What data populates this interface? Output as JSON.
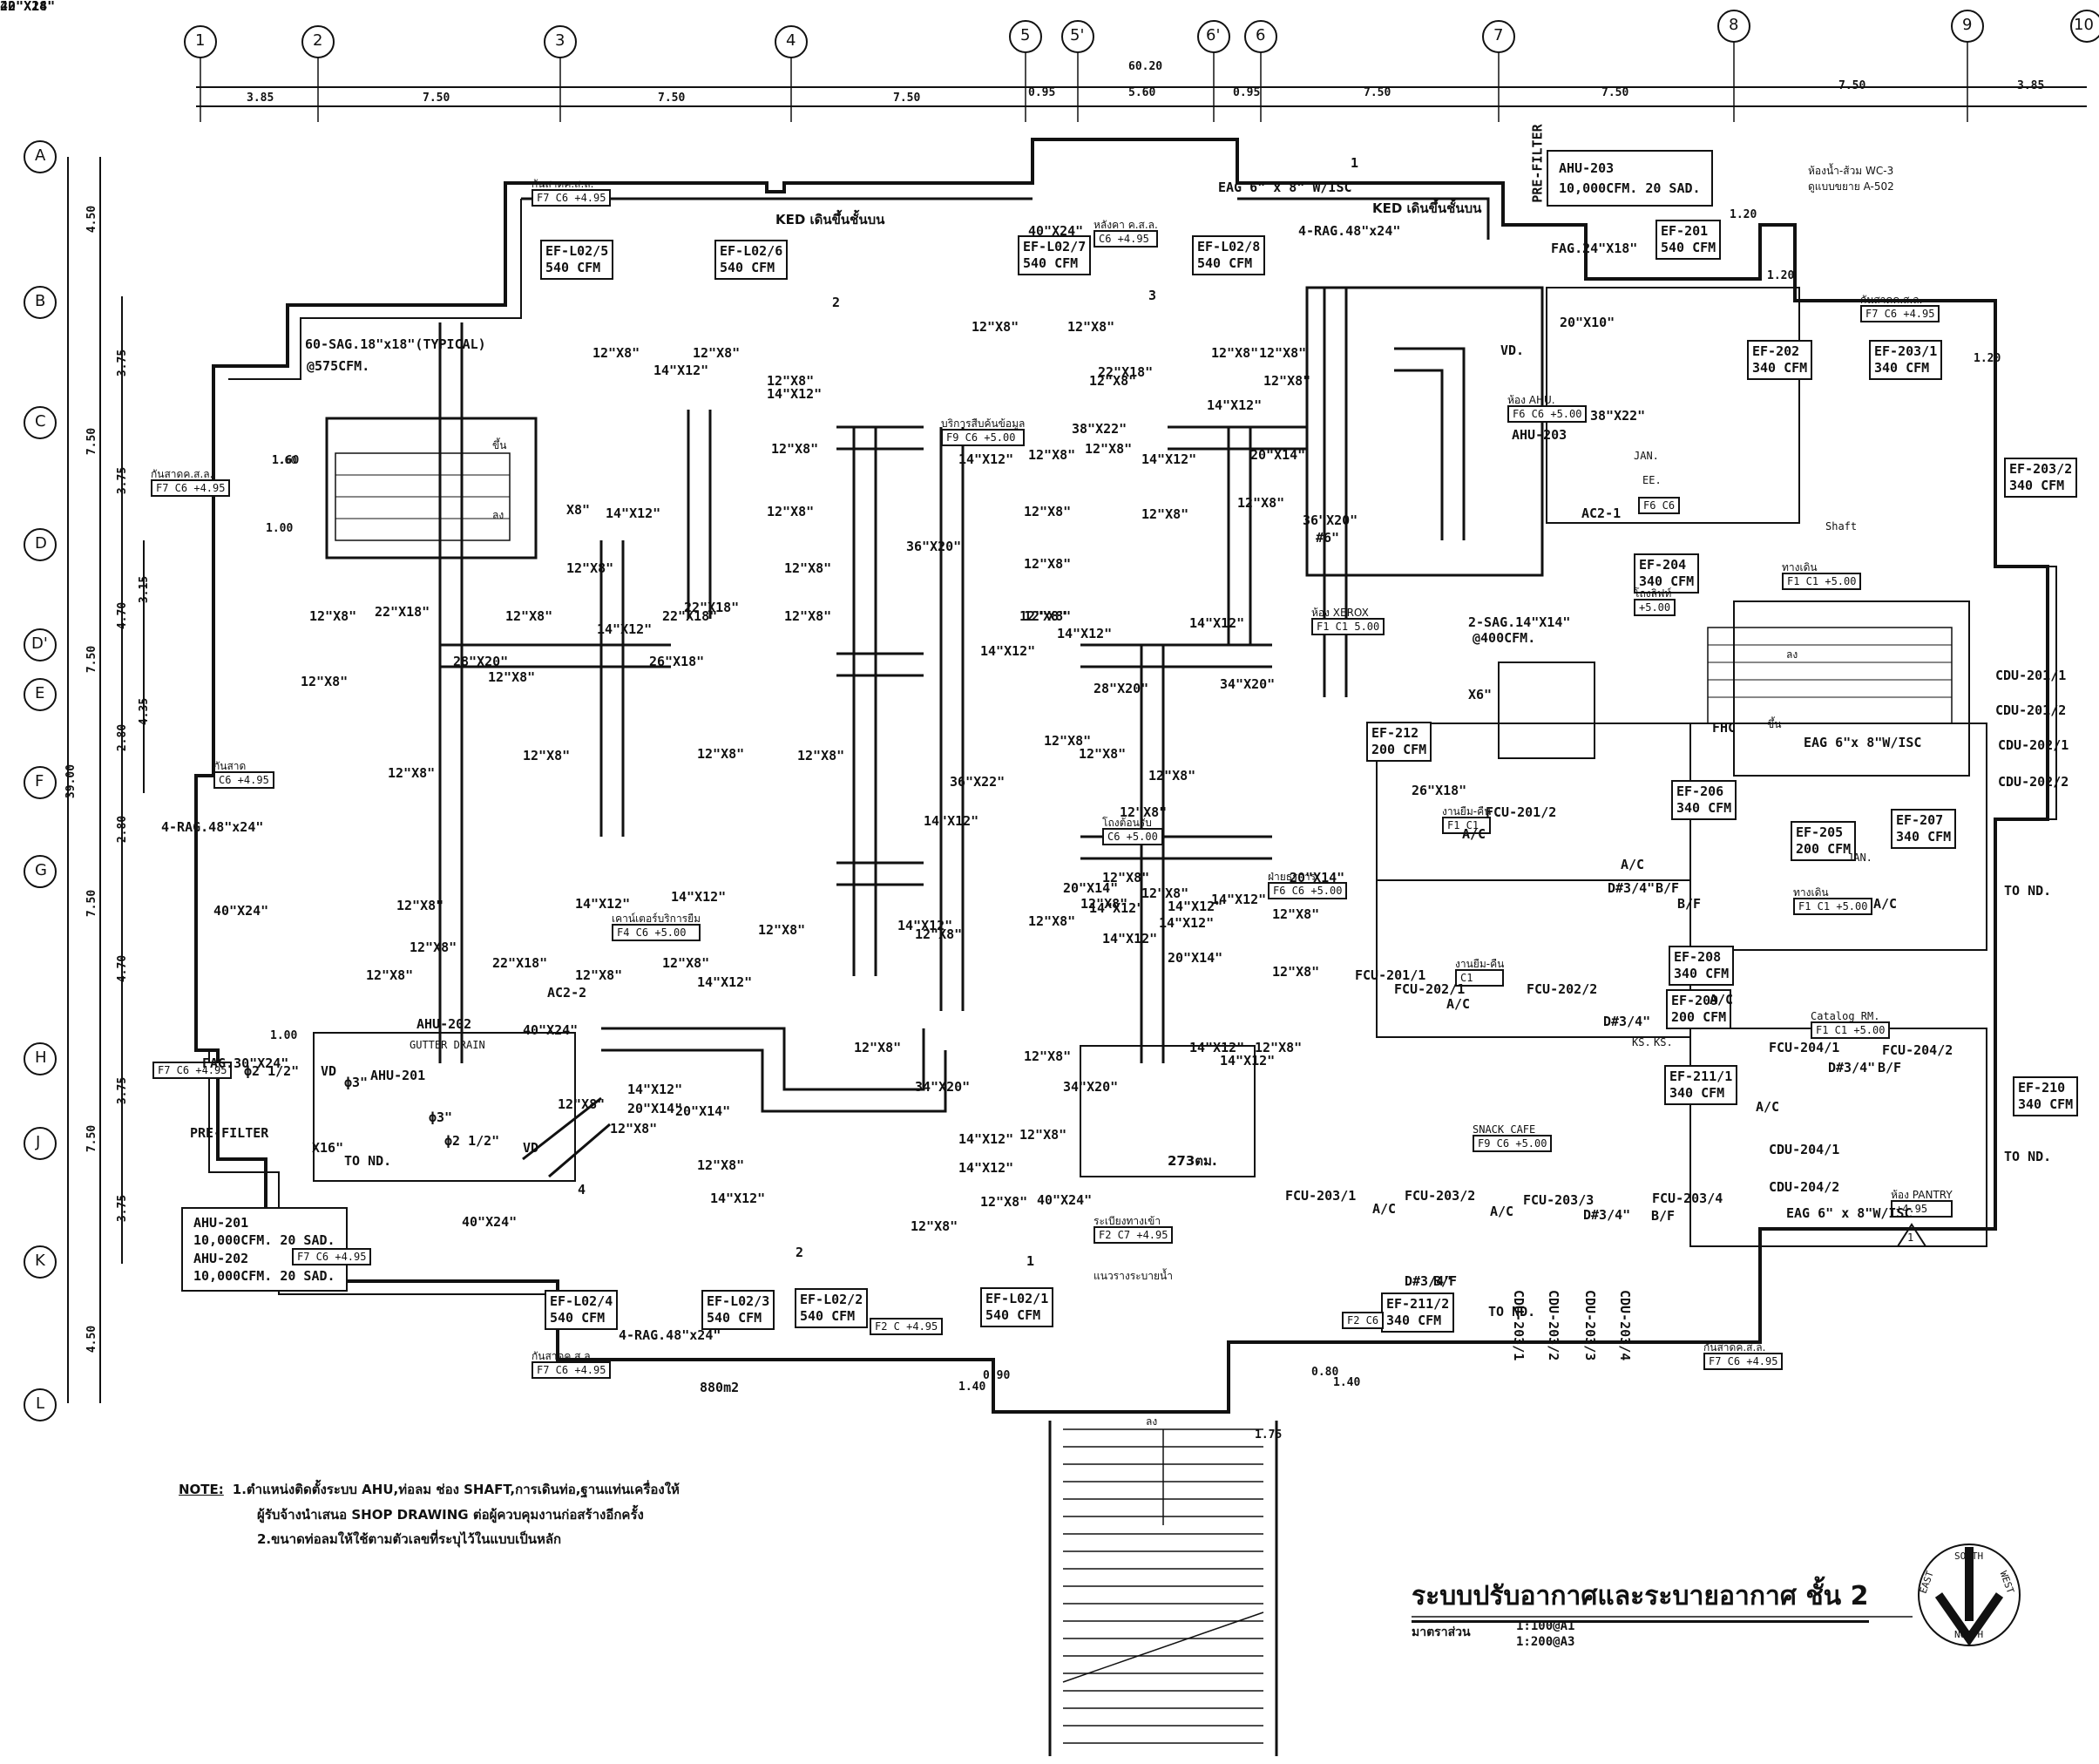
{
  "colors": {
    "ink": "#111111",
    "paper": "#ffffff",
    "duct_fill": "#ffffff"
  },
  "grid": {
    "columns": [
      "1",
      "2",
      "3",
      "4",
      "5",
      "5'",
      "6'",
      "6",
      "7",
      "8",
      "9",
      "10"
    ],
    "rows": [
      "A",
      "B",
      "C",
      "D",
      "D'",
      "E",
      "F",
      "G",
      "H",
      "J",
      "K",
      "L"
    ]
  },
  "dimensions": {
    "top_overall": "60.20",
    "top": [
      "3.85",
      "7.50",
      "7.50",
      "7.50",
      "0.95",
      "5.60",
      "0.95",
      "7.50",
      "7.50",
      "7.50",
      "3.85"
    ],
    "left_overall": "39.00",
    "left_outer": [
      "4.50",
      "7.50",
      "7.50",
      "7.50",
      "7.50",
      "4.50"
    ],
    "left_inner": [
      "3.75",
      "3.75",
      "4.70",
      "2.80",
      "2.80",
      "4.70",
      "3.75",
      "3.75"
    ],
    "left_extra": [
      "3.15",
      "4.35"
    ],
    "misc": [
      "1.20",
      "1.20",
      "1.20",
      "1.60",
      "1.00",
      "1.00",
      "1.40",
      "0.90",
      "0.80",
      "1.40",
      "1.75"
    ]
  },
  "equipment_boxes": [
    {
      "key": "ahu203",
      "lines": [
        "AHU-203",
        "10,000CFM. 20 SAD."
      ]
    },
    {
      "key": "ahu201",
      "lines": [
        "AHU-201",
        "10,000CFM. 20 SAD.",
        "AHU-202",
        "10,000CFM. 20 SAD."
      ]
    }
  ],
  "cfm_boxes": [
    {
      "key": "l025",
      "lines": [
        "EF-L02/5",
        "540 CFM"
      ]
    },
    {
      "key": "l026",
      "lines": [
        "EF-L02/6",
        "540 CFM"
      ]
    },
    {
      "key": "l027",
      "lines": [
        "EF-L02/7",
        "540 CFM"
      ]
    },
    {
      "key": "l028",
      "lines": [
        "EF-L02/8",
        "540 CFM"
      ]
    },
    {
      "key": "ef201",
      "lines": [
        "EF-201",
        "540 CFM"
      ]
    },
    {
      "key": "ef202",
      "lines": [
        "EF-202",
        "340 CFM"
      ]
    },
    {
      "key": "ef2031",
      "lines": [
        "EF-203/1",
        "340 CFM"
      ]
    },
    {
      "key": "ef2032",
      "lines": [
        "EF-203/2",
        "340 CFM"
      ]
    },
    {
      "key": "ef204",
      "lines": [
        "EF-204",
        "340 CFM"
      ]
    },
    {
      "key": "ef212",
      "lines": [
        "EF-212",
        "200 CFM"
      ]
    },
    {
      "key": "ef206",
      "lines": [
        "EF-206",
        "340 CFM"
      ]
    },
    {
      "key": "ef205",
      "lines": [
        "EF-205",
        "200 CFM"
      ]
    },
    {
      "key": "ef207",
      "lines": [
        "EF-207",
        "340 CFM"
      ]
    },
    {
      "key": "ef208",
      "lines": [
        "EF-208",
        "340 CFM"
      ]
    },
    {
      "key": "ef209",
      "lines": [
        "EF-209",
        "200 CFM"
      ]
    },
    {
      "key": "ef2111",
      "lines": [
        "EF-211/1",
        "340 CFM"
      ]
    },
    {
      "key": "ef210",
      "lines": [
        "EF-210",
        "340 CFM"
      ]
    },
    {
      "key": "ef2112",
      "lines": [
        "EF-211/2",
        "340 CFM"
      ]
    },
    {
      "key": "l024",
      "lines": [
        "EF-L02/4",
        "540 CFM"
      ]
    },
    {
      "key": "l023",
      "lines": [
        "EF-L02/3",
        "540 CFM"
      ]
    },
    {
      "key": "l022",
      "lines": [
        "EF-L02/2",
        "540 CFM"
      ]
    },
    {
      "key": "l021",
      "lines": [
        "EF-L02/1",
        "540 CFM"
      ]
    }
  ],
  "room_tags": [
    {
      "key": "r1",
      "name": "กันสาดค.ส.ล.",
      "tag": "F7 C6 +4.95"
    },
    {
      "key": "r2",
      "name": "หลังคา ค.ส.ล.",
      "tag": "C6 +4.95"
    },
    {
      "key": "r3",
      "name": "กันสาดค.ส.ล.",
      "tag": "F7 C6 +4.95"
    },
    {
      "key": "r4",
      "name": "กันสาดค.ส.ล.",
      "tag": "F7 C6 +4.95"
    },
    {
      "key": "r5",
      "name": "บริการสืบค้นข้อมูล",
      "tag": "F9 C6 +5.00"
    },
    {
      "key": "r6",
      "name": "ห้อง AHU.",
      "tag": "F6 C6 +5.00"
    },
    {
      "key": "r7",
      "name": "ทางเดิน",
      "tag": "F1 C1 +5.00"
    },
    {
      "key": "r8",
      "name": "โถงลิฟท์",
      "tag": "+5.00"
    },
    {
      "key": "r9",
      "name": "ห้อง XEROX",
      "tag": "F1 C1 5.00"
    },
    {
      "key": "r10",
      "name": "กันสาด",
      "tag": "C6 +4.95"
    },
    {
      "key": "r11",
      "name": "โถงต้อนรับ",
      "tag": "C6 +5.00"
    },
    {
      "key": "r12",
      "name": "ฝ่ายธุรการ",
      "tag": "F6 C6 +5.00"
    },
    {
      "key": "r13",
      "name": "เคาน์เตอร์บริการยืม",
      "tag": "F4 C6 +5.00"
    },
    {
      "key": "r14",
      "name": "งานยืม-คืน",
      "tag": "F1 C1"
    },
    {
      "key": "r15",
      "name": "งานยืม-คืน",
      "tag": "C1"
    },
    {
      "key": "r16",
      "name": "ทางเดิน",
      "tag": "F1 C1 +5.00"
    },
    {
      "key": "r17",
      "name": "Catalog RM.",
      "tag": "F1 C1 +5.00"
    },
    {
      "key": "r18",
      "name": "SNACK CAFE",
      "tag": "F9 C6 +5.00"
    },
    {
      "key": "r19",
      "name": "ระเบียงทางเข้า",
      "tag": "F2 C7 +4.95"
    },
    {
      "key": "r20",
      "name": "ห้อง PANTRY",
      "tag": "+4.95"
    },
    {
      "key": "r21",
      "name": "กันสาดค.ส.ล.",
      "tag": "F7 C6 +4.95"
    },
    {
      "key": "r22",
      "name": "กันสาดค.ส.ล.",
      "tag": "F7 C6 +4.95"
    },
    {
      "key": "r23",
      "name": "",
      "tag": "F2 C +4.95"
    },
    {
      "key": "r24",
      "name": "",
      "tag": "F7 C6 +4.95"
    },
    {
      "key": "r25",
      "name": "",
      "tag": "F7 C6 +4.95"
    },
    {
      "key": "r26",
      "name": "",
      "tag": "F6 C6"
    },
    {
      "key": "r27",
      "name": "",
      "tag": "F2 C6"
    },
    {
      "key": "r28",
      "name": "EE.",
      "tag": "F6 C6"
    }
  ],
  "labels": [
    {
      "key": "eag1",
      "text": "EAG 6\" x 8\" W/ISC"
    },
    {
      "key": "wc3",
      "text": "ห้องน้ำ-ส้วม WC-3"
    },
    {
      "key": "wc3b",
      "text": "ดูแบบขยาย A-502"
    },
    {
      "key": "ked1",
      "text": "KED เดินขึ้นชั้นบน"
    },
    {
      "key": "ked2",
      "text": "KED เดินขึ้นชั้นบน"
    },
    {
      "key": "rag1",
      "text": "4-RAG.48\"x24\""
    },
    {
      "key": "prefilter1",
      "text": "PRE-FILTER"
    },
    {
      "key": "fag24",
      "text": "FAG.24\"X18\""
    },
    {
      "key": "sag60",
      "text": "60-SAG.18\"x18\"(TYPICAL)"
    },
    {
      "key": "sag60b",
      "text": "@575CFM."
    },
    {
      "key": "rag2",
      "text": "4-RAG.48\"x24\""
    },
    {
      "key": "rag3",
      "text": "4-RAG.48\"x24\""
    },
    {
      "key": "prefilter2",
      "text": "PRE-FILTER"
    },
    {
      "key": "fag30",
      "text": "FAG.30\"X24\""
    },
    {
      "key": "x16",
      "text": "X16\""
    },
    {
      "key": "tond1",
      "text": "TO ND."
    },
    {
      "key": "tond2",
      "text": "TO ND."
    },
    {
      "key": "tond3",
      "text": "TO ND."
    },
    {
      "key": "tond4",
      "text": "TO ND."
    },
    {
      "key": "ac21",
      "text": "AC2-1"
    },
    {
      "key": "ac22",
      "text": "AC2-2"
    },
    {
      "key": "ahu203t",
      "text": "AHU-203"
    },
    {
      "key": "ahu202t",
      "text": "AHU-202"
    },
    {
      "key": "ahu201t",
      "text": "AHU-201"
    },
    {
      "key": "sag2",
      "text": "2-SAG.14\"X14\""
    },
    {
      "key": "sag2b",
      "text": "@400CFM."
    },
    {
      "key": "x6",
      "text": "X6\""
    },
    {
      "key": "x8",
      "text": "X8\""
    },
    {
      "key": "vd1",
      "text": "VD."
    },
    {
      "key": "vd2",
      "text": "VD"
    },
    {
      "key": "vd3",
      "text": "VD"
    },
    {
      "key": "fhc",
      "text": "FHC"
    },
    {
      "key": "jan1",
      "text": "JAN."
    },
    {
      "key": "jan2",
      "text": "JAN."
    },
    {
      "key": "ac1",
      "text": "A/C"
    },
    {
      "key": "ac2",
      "text": "A/C"
    },
    {
      "key": "ac3",
      "text": "A/C"
    },
    {
      "key": "ac4",
      "text": "A/C"
    },
    {
      "key": "ac5",
      "text": "A/C"
    },
    {
      "key": "ac6",
      "text": "A/C"
    },
    {
      "key": "ac7",
      "text": "A/C"
    },
    {
      "key": "ac8",
      "text": "A/C"
    },
    {
      "key": "bf1",
      "text": "B/F"
    },
    {
      "key": "bf2",
      "text": "B/F"
    },
    {
      "key": "bf3",
      "text": "B/F"
    },
    {
      "key": "bf4",
      "text": "B/F"
    },
    {
      "key": "bf5",
      "text": "B/F"
    },
    {
      "key": "d34a",
      "text": "D#3/4\""
    },
    {
      "key": "d34b",
      "text": "D#3/4\""
    },
    {
      "key": "d34c",
      "text": "D#3/4\""
    },
    {
      "key": "d34d",
      "text": "D#3/4\""
    },
    {
      "key": "d34e",
      "text": "D#3/4\""
    },
    {
      "key": "phi1",
      "text": "ϕ2 1/2\""
    },
    {
      "key": "phi2",
      "text": "ϕ2 1/2\""
    },
    {
      "key": "phi3",
      "text": "ϕ3\""
    },
    {
      "key": "phi4",
      "text": "ϕ3\""
    },
    {
      "key": "fcu2011",
      "text": "FCU-201/1"
    },
    {
      "key": "fcu2012",
      "text": "FCU-201/2"
    },
    {
      "key": "fcu2021",
      "text": "FCU-202/1"
    },
    {
      "key": "fcu2022",
      "text": "FCU-202/2"
    },
    {
      "key": "fcu2031",
      "text": "FCU-203/1"
    },
    {
      "key": "fcu2032",
      "text": "FCU-203/2"
    },
    {
      "key": "fcu2033",
      "text": "FCU-203/3"
    },
    {
      "key": "fcu2034",
      "text": "FCU-203/4"
    },
    {
      "key": "fcu2041",
      "text": "FCU-204/1"
    },
    {
      "key": "fcu2042",
      "text": "FCU-204/2"
    },
    {
      "key": "cdu2011",
      "text": "CDU-201/1"
    },
    {
      "key": "cdu2012",
      "text": "CDU-201/2"
    },
    {
      "key": "cdu2021",
      "text": "CDU-202/1"
    },
    {
      "key": "cdu2022",
      "text": "CDU-202/2"
    },
    {
      "key": "cdu2041",
      "text": "CDU-204/1"
    },
    {
      "key": "cdu2042",
      "text": "CDU-204/2"
    },
    {
      "key": "eag2",
      "text": "EAG 6\"x 8\"W/ISC"
    },
    {
      "key": "eag3",
      "text": "EAG 6\" x 8\"W/ISC"
    },
    {
      "key": "area",
      "text": "880m2"
    },
    {
      "key": "area2",
      "text": "273ตม."
    },
    {
      "key": "down1",
      "text": "ลง"
    },
    {
      "key": "down2",
      "text": "ลง"
    },
    {
      "key": "down3",
      "text": "ลง"
    },
    {
      "key": "up1",
      "text": "ขึ้น"
    },
    {
      "key": "up2",
      "text": "ขึ้น"
    },
    {
      "key": "shaft",
      "text": "Shaft"
    },
    {
      "key": "gutter",
      "text": "แนวรางระบายน้ำ"
    },
    {
      "key": "gutter2",
      "text": "GUTTER DRAIN"
    },
    {
      "key": "ks1",
      "text": "KS."
    },
    {
      "key": "ks2",
      "text": "KS."
    },
    {
      "key": "triangle",
      "text": "1"
    },
    {
      "key": "slash1",
      "text": "1"
    },
    {
      "key": "slash2",
      "text": "2"
    },
    {
      "key": "slash3",
      "text": "3"
    },
    {
      "key": "slash4",
      "text": "4"
    },
    {
      "key": "slash5",
      "text": "1"
    },
    {
      "key": "slash6",
      "text": "2"
    },
    {
      "key": "mark1",
      "text": "#6\""
    },
    {
      "key": "mark2",
      "text": "1.60"
    }
  ],
  "cdu_vertical": [
    "CDU-203/1",
    "CDU-203/2",
    "CDU-203/3",
    "CDU-203/4"
  ],
  "ducts": [
    "12\"X8\"",
    "12\"X8\"",
    "12\"X8\"",
    "12\"X8\"",
    "12\"X8\"",
    "12\"X8\"",
    "12\"X8\"",
    "12\"X8\"",
    "12\"X8\"",
    "12\"X8\"",
    "12\"X8\"",
    "12\"X8\"",
    "12\"X8\"",
    "12\"X8\"",
    "12\"X8\"",
    "12\"X8\"",
    "12\"X8\"",
    "12\"X8\"",
    "12\"X8\"",
    "12\"X8\"",
    "12\"X8\"",
    "12\"X8\"",
    "12\"X8\"",
    "12\"X8\"",
    "12\"X8\"",
    "12\"X8\"",
    "12\"X8\"",
    "12\"X8\"",
    "12\"X8\"",
    "12\"X8\"",
    "12\"X8\"",
    "12\"X8\"",
    "12\"X8\"",
    "12\"X8\"",
    "12\"X8\"",
    "12\"X8\"",
    "12\"X8\"",
    "12\"X8\"",
    "12\"X8\"",
    "12\"X8\"",
    "12\"X8\"",
    "12\"X8\"",
    "12\"X8\"",
    "12\"X8\"",
    "12\"X8\"",
    "12\"X8\"",
    "12\"X8\"",
    "12\"X8\"",
    "12\"X8\"",
    "12\"X8\"",
    "12\"X8\"",
    "12\"X8\"",
    "12\"X8\"",
    "12\"X8\"",
    "12\"X8\"",
    "12\"X8\"",
    "14\"X12\"",
    "14\"X12\"",
    "14\"X12\"",
    "14\"X12\"",
    "14\"X12\"",
    "14\"X12\"",
    "14\"X12\"",
    "14\"X12\"",
    "14\"X12\"",
    "14\"X12\"",
    "14\"X12\"",
    "14\"X12\"",
    "14\"X12\"",
    "14\"X12\"",
    "14\"X12\"",
    "14\"X12\"",
    "14\"X12\"",
    "14\"X12\"",
    "14\"X12\"",
    "14\"X12\"",
    "14\"X12\"",
    "14\"X12\"",
    "14\"X12\"",
    "14\"X12\"",
    "14\"X12\"",
    "14\"X12\"",
    "20\"X14\"",
    "20\"X14\"",
    "20\"X14\"",
    "20\"X14\"",
    "20\"X14\"",
    "20\"X14\"",
    "20\"X10\"",
    "22\"X18\"",
    "22\"X18\"",
    "22\"X18\"",
    "22\"X18\"",
    "22\"X18\"",
    "26\"X18\"",
    "26\"X18\"",
    "28\"X20\"",
    "28\"X20\"",
    "34\"X20\"",
    "34\"X20\"",
    "34\"X20\"",
    "36\"X20\"",
    "36\"X20\"",
    "36\"X22\"",
    "38\"X22\"",
    "38\"X22\"",
    "40\"X24\"",
    "40\"X24\"",
    "40\"X24\"",
    "40\"X24\"",
    "40\"X24\"",
    "40\"X24\"",
    "22\"X18\""
  ],
  "note": {
    "heading": "NOTE:",
    "items": [
      "1.ตำแหน่งติดตั้งระบบ AHU,ท่อลม ช่อง SHAFT,การเดินท่อ,ฐานแท่นเครื่องให้",
      "ผู้รับจ้างนำเสนอ SHOP DRAWING ต่อผู้ควบคุมงานก่อสร้างอีกครั้ง",
      "2.ขนาดท่อลมให้ใช้ตามตัวเลขที่ระบุไว้ในแบบเป็นหลัก"
    ]
  },
  "title_block": {
    "title": "ระบบปรับอากาศและระบายอากาศ ชั้น 2",
    "scale_label": "มาตราส่วน",
    "scales": [
      "1:100@A1",
      "1:200@A3"
    ]
  },
  "compass": {
    "south": "SOUTH",
    "east": "EAST",
    "north": "NORTH",
    "west": "WEST"
  }
}
